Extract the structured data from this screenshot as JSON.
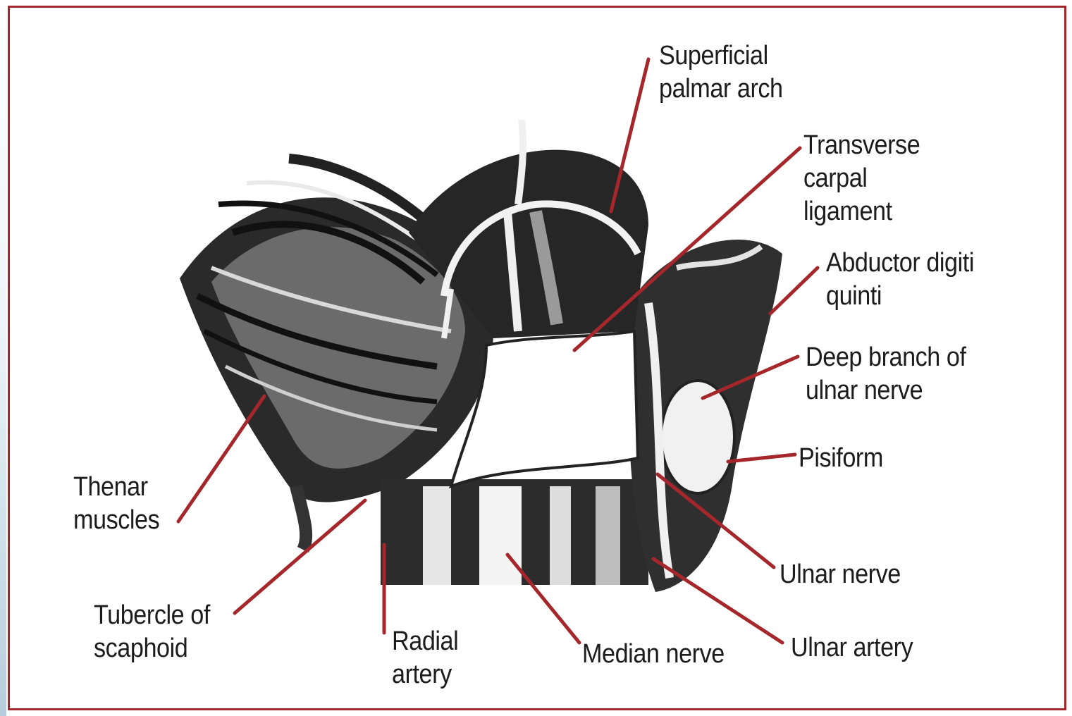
{
  "diagram": {
    "colors": {
      "frame": "#a6272b",
      "leader": "#a6272b",
      "ink": "#1c1c1c"
    },
    "labels": {
      "superficial_palmar_arch": [
        "Superficial",
        "palmar arch"
      ],
      "transverse_carpal_ligament": [
        "Transverse",
        "carpal",
        "ligament"
      ],
      "abductor_digiti_quinti": [
        "Abductor digiti",
        "quinti"
      ],
      "deep_branch_ulnar_nerve": [
        "Deep branch of",
        "ulnar nerve"
      ],
      "pisiform": [
        "Pisiform"
      ],
      "ulnar_nerve": [
        "Ulnar nerve"
      ],
      "ulnar_artery": [
        "Ulnar artery"
      ],
      "median_nerve": [
        "Median nerve"
      ],
      "radial_artery": [
        "Radial",
        "artery"
      ],
      "tubercle_of_scaphoid": [
        "Tubercle of",
        "scaphoid"
      ],
      "thenar_muscles": [
        "Thenar",
        "muscles"
      ]
    }
  }
}
